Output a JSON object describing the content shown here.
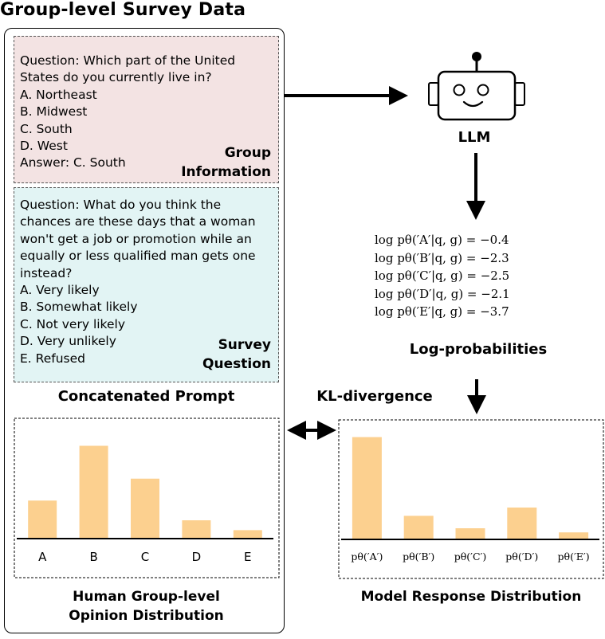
{
  "title": "Group-level Survey Data",
  "group_info": {
    "lines": [
      "Question: Which part of the United",
      "States do you currently live in?",
      "A. Northeast",
      "B. Midwest",
      "C. South",
      "D. West",
      "Answer: C. South"
    ],
    "label_line1": "Group",
    "label_line2": "Information"
  },
  "survey_question": {
    "lines": [
      "Question: What do you think the",
      "chances are these days that a woman",
      "won't get a job or promotion while an",
      "equally or less qualified man gets one",
      "instead?",
      "A. Very likely",
      "B. Somewhat likely",
      "C. Not very likely",
      "D. Very unlikely",
      "E. Refused"
    ],
    "label_line1": "Survey",
    "label_line2": "Question"
  },
  "concatenated_prompt_label": "Concatenated Prompt",
  "llm_label": "LLM",
  "log_prob_equations": [
    "log pθ(′A′|q, g) = −0.4",
    "log pθ(′B′|q, g) = −2.3",
    "log pθ(′C′|q, g) = −2.5",
    "log pθ(′D′|q, g) = −2.1",
    "log pθ(′E′|q, g) = −3.7"
  ],
  "log_prob_label": "Log-probabilities",
  "kl_label": "KL-divergence",
  "human_caption_line1": "Human Group-level",
  "human_caption_line2": "Opinion Distribution",
  "model_caption": "Model Response Distribution",
  "bar_color": "#fcd08f",
  "chart_data": [
    {
      "type": "bar",
      "categories": [
        "A",
        "B",
        "C",
        "D",
        "E"
      ],
      "values": [
        0.17,
        0.42,
        0.27,
        0.08,
        0.035
      ]
    },
    {
      "type": "bar",
      "categories": [
        "pθ(′A′)",
        "pθ(′B′)",
        "pθ(′C′)",
        "pθ(′D′)",
        "pθ(′E′)"
      ],
      "values": [
        0.49,
        0.11,
        0.05,
        0.15,
        0.03
      ]
    }
  ]
}
